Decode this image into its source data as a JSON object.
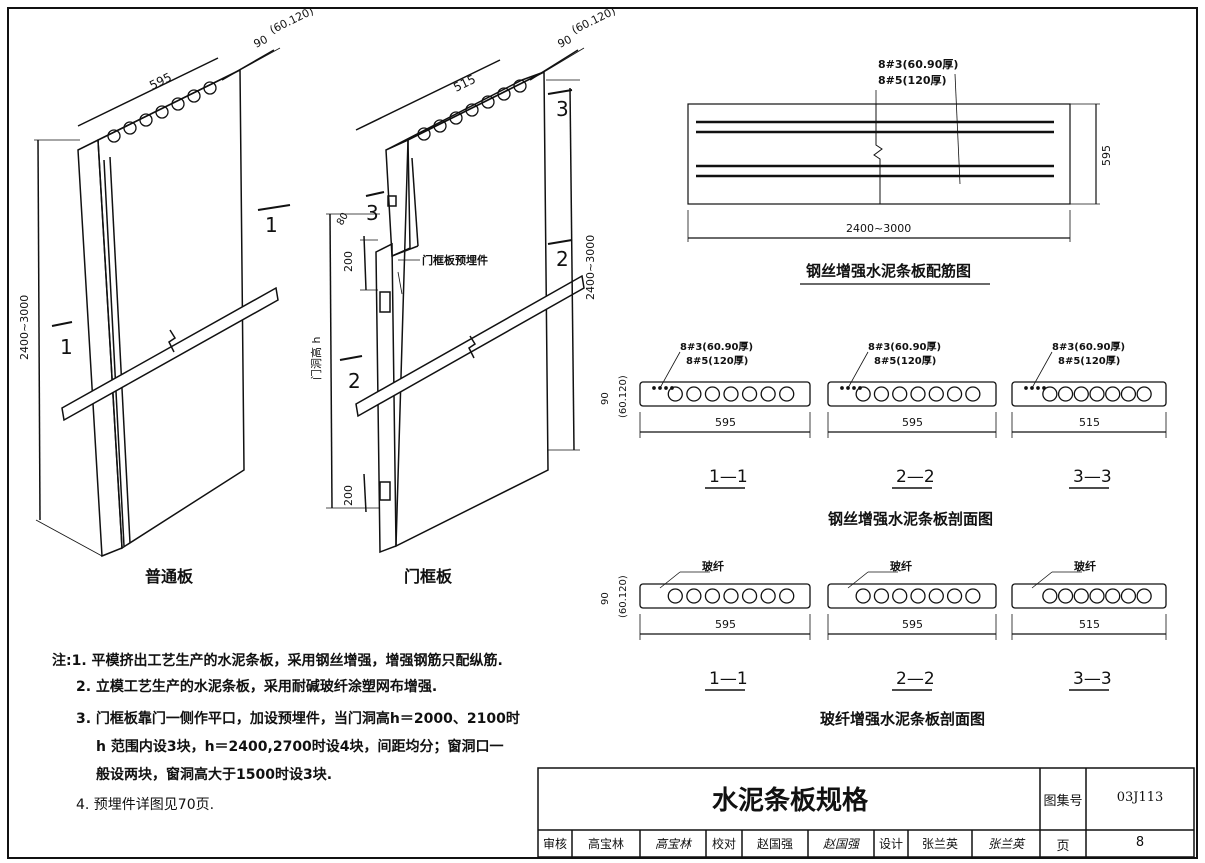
{
  "left": {
    "panel_a": {
      "width": "595",
      "thickness": "90",
      "thickness_alt": "(60.120)",
      "height": "2400~3000",
      "sec_a": "1",
      "sec_b": "1",
      "caption": "普通板"
    },
    "panel_b": {
      "width": "515",
      "thickness": "90",
      "thickness_alt": "(60.120)",
      "height": "2400~3000",
      "top_tag": "3",
      "left_tag": "3",
      "right_tag": "2",
      "mid_tag": "2",
      "dim_80": "80",
      "dim_200_top": "200",
      "dim_200_bot": "200",
      "door_h": "门洞高 h",
      "embed_label": "门框板预埋件",
      "caption": "门框板"
    }
  },
  "right": {
    "rebar": {
      "label_a": "8#3(60.90厚)",
      "label_b": "8#5(120厚)",
      "length": "2400~3000",
      "height": "595",
      "title": "钢丝增强水泥条板配筋图"
    },
    "sections_wire": {
      "thick": "90",
      "thick_alt": "(60.120)",
      "items": [
        {
          "rebar_a": "8#3(60.90厚)",
          "rebar_b": "8#5(120厚)",
          "width": "595",
          "tag": "1—1"
        },
        {
          "rebar_a": "8#3(60.90厚)",
          "rebar_b": "8#5(120厚)",
          "width": "595",
          "tag": "2—2"
        },
        {
          "rebar_a": "8#3(60.90厚)",
          "rebar_b": "8#5(120厚)",
          "width": "515",
          "tag": "3—3"
        }
      ],
      "title": "钢丝增强水泥条板剖面图"
    },
    "sections_glass": {
      "thick": "90",
      "thick_alt": "(60.120)",
      "items": [
        {
          "label": "玻纤",
          "width": "595",
          "tag": "1—1"
        },
        {
          "label": "玻纤",
          "width": "595",
          "tag": "2—2"
        },
        {
          "label": "玻纤",
          "width": "515",
          "tag": "3—3"
        }
      ],
      "title": "玻纤增强水泥条板剖面图"
    }
  },
  "notes": [
    "注:1. 平模挤出工艺生产的水泥条板，采用钢丝增强，增强钢筋只配纵筋.",
    "2. 立模工艺生产的水泥条板，采用耐碱玻纤涂塑网布增强.",
    "3. 门框板靠门一侧作平口，加设预埋件，当门洞高h＝2000、2100时",
    "h 范围内设3块，h＝2400,2700时设4块，间距均分；窗洞口一",
    "般设两块，窗洞高大于1500时设3块.",
    "4. 预埋件详图见70页."
  ],
  "title_block": {
    "title": "水泥条板规格",
    "atlas_label": "图集号",
    "atlas_no": "03J113",
    "page_label": "页",
    "page_no": "8",
    "row": [
      "审核",
      "高宝林",
      "高宝林",
      "校对",
      "赵国强",
      "赵国强",
      "设计",
      "张兰英",
      "张兰英"
    ]
  }
}
